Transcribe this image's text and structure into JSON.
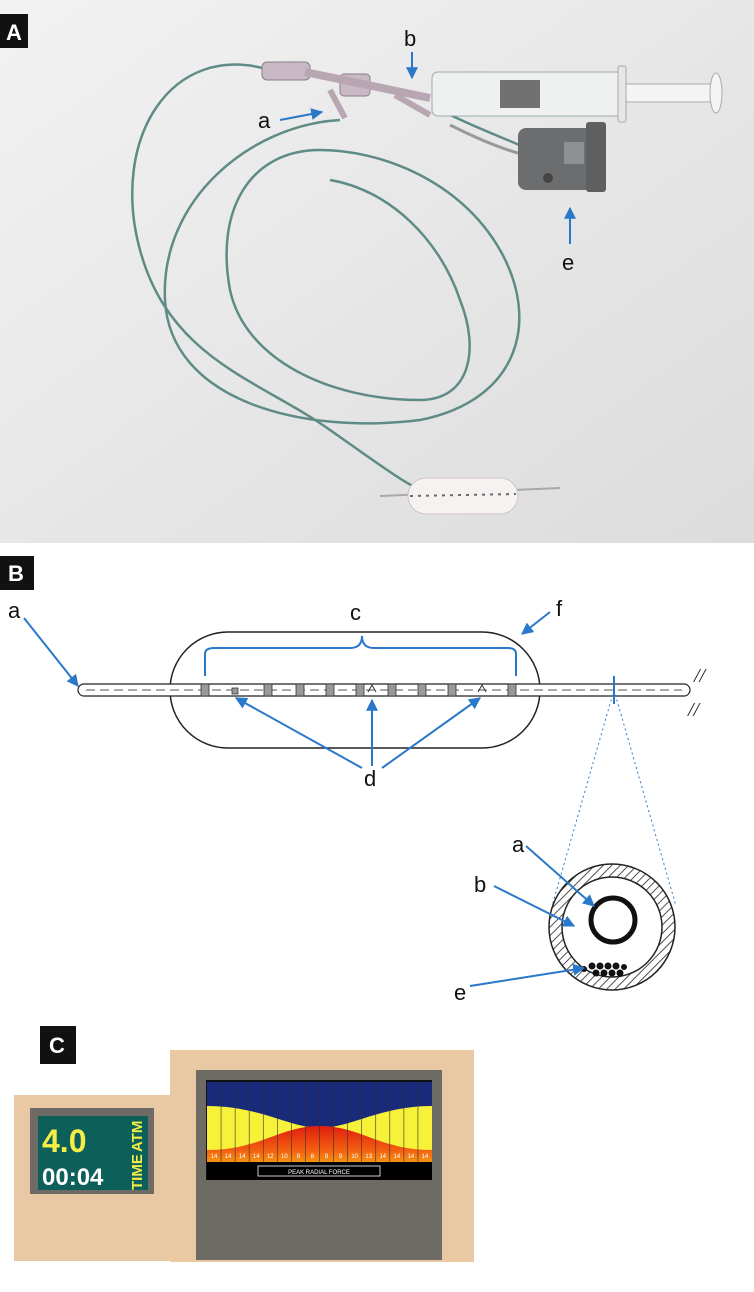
{
  "panels": {
    "A": {
      "label": "A",
      "callouts": {
        "a": "a",
        "b": "b",
        "e": "e"
      }
    },
    "B": {
      "label": "B",
      "callouts": {
        "a": "a",
        "c": "c",
        "d": "d",
        "f": "f",
        "a2": "a",
        "b2": "b",
        "e2": "e"
      },
      "break_mark": "//"
    },
    "C": {
      "label": "C",
      "pressure_value": "4.0",
      "pressure_unit": "ATM",
      "time_value": "00:04",
      "time_label": "TIME",
      "peak_label": "PEAK RADIAL FORCE",
      "segment_values": [
        "14",
        "14",
        "14",
        "14",
        "12",
        "10",
        "8",
        "8",
        "8",
        "9",
        "10",
        "13",
        "14",
        "14",
        "14",
        "14"
      ]
    }
  },
  "colors": {
    "arrow": "#2a78c9",
    "lcd_bg": "#0d5f5a",
    "graph_yellow": "#f7f13a",
    "graph_navy": "#1a2a7a",
    "graph_red": "#e01e0e",
    "graph_orange": "#f79a12",
    "device_beige": "#e9c8a4"
  }
}
